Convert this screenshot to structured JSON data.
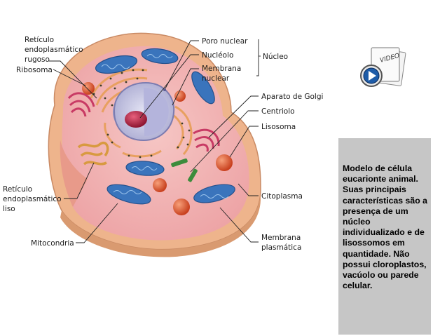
{
  "labels": {
    "rough_er": [
      "Retículo",
      "endoplasmático",
      "rugoso"
    ],
    "ribosome": "Ribosoma",
    "nuclear_pore": "Poro nuclear",
    "nucleolus": "Nucléolo",
    "nuclear_membrane": [
      "Membrana",
      "nuclear"
    ],
    "nucleus": "Núcleo",
    "golgi": "Aparato de Golgi",
    "centriole": "Centriolo",
    "lysosome": "Lisosoma",
    "smooth_er": [
      "Retículo",
      "endoplasmático",
      "liso"
    ],
    "cytoplasm": "Citoplasma",
    "mitochondria": "Mitocondria",
    "plasma_membrane": [
      "Membrana",
      "plasmática"
    ]
  },
  "video": {
    "label": "VIDEO",
    "icon": "play-icon"
  },
  "caption": "Modelo de célula eucarionte animal. Suas principais características são a presença de um núcleo individualizado e de lisossomos em quantidade. Não possui cloroplastos, vacúolo ou parede celular.",
  "colors": {
    "cell_outer": "#f0b890",
    "cytoplasm": "#f3b8b8",
    "nucleus": "#c4c4e0",
    "nucleolus": "#a8203c",
    "mitochondria": "#3c78c0",
    "lysosome": "#d8502c",
    "golgi": "#c83c64",
    "caption_bg": "#c6c6c6"
  }
}
